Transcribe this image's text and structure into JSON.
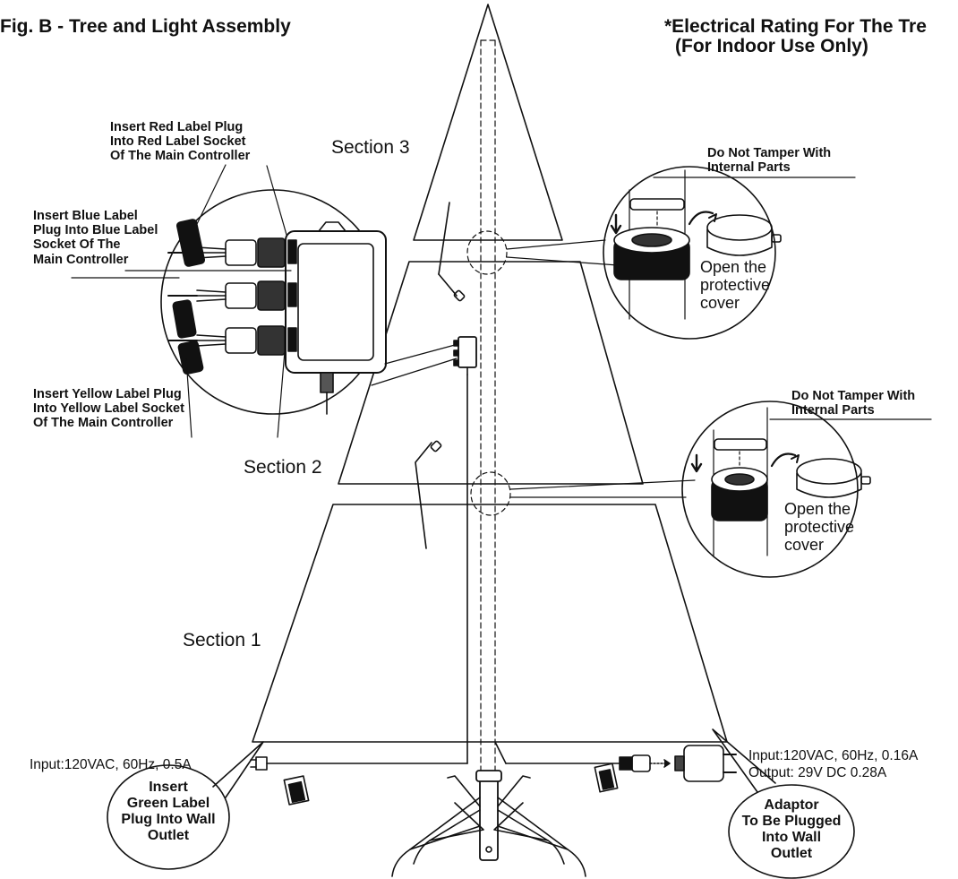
{
  "figure": {
    "title": "Fig. B - Tree and Light Assembly",
    "electrical_note_line1": "*Electrical Rating For The Tre",
    "electrical_note_line2": "(For Indoor Use Only)"
  },
  "sections": {
    "section_3": "Section 3",
    "section_2": "Section 2",
    "section_1": "Section 1"
  },
  "controller_notes": {
    "red": "Insert Red Label Plug\nInto Red Label Socket\nOf  The Main Controller",
    "blue": "Insert Blue Label\nPlug Into Blue Label\nSocket Of  The\nMain Controller",
    "yellow": "Insert Yellow Label Plug\nInto Yellow Label Socket\nOf  The Main Controller"
  },
  "tamper_warnings": {
    "upper": "Do Not Tamper With\nInternal Parts",
    "lower": "Do Not Tamper With\nInternal Parts"
  },
  "protective_cover": {
    "upper": "Open the\nprotective\ncover",
    "lower": "Open the\nprotective\ncover"
  },
  "ratings": {
    "green_plug_input": "Input:120VAC, 60Hz, 0.5A",
    "adaptor_input": "Input:120VAC, 60Hz, 0.16A",
    "adaptor_output": "Output: 29V DC 0.28A"
  },
  "callouts": {
    "green_plug": "Insert\nGreen Label\nPlug Into Wall\nOutlet",
    "adaptor": "Adaptor\nTo Be Plugged\nInto Wall\nOutlet"
  }
}
